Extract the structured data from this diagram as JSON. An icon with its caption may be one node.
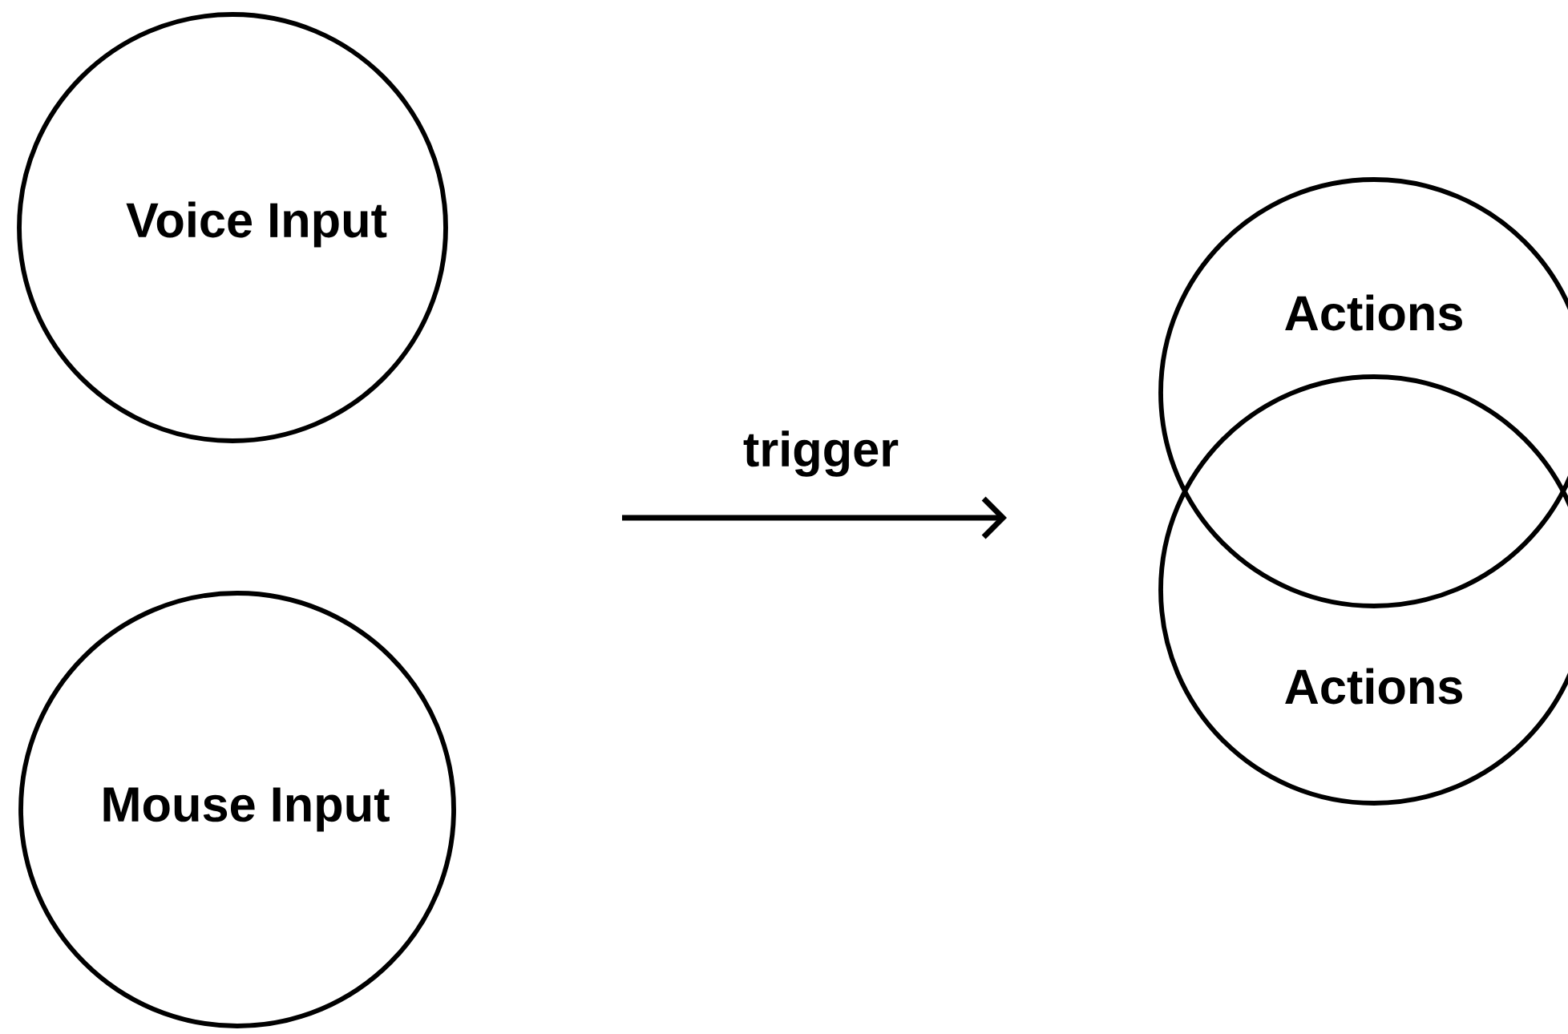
{
  "diagram": {
    "nodes": [
      {
        "text": [
          "Voice Input"
        ]
      },
      {
        "text": [
          "Mouse Input"
        ]
      },
      {
        "text": [
          "Actions"
        ]
      },
      {
        "text": [
          "Actions"
        ]
      }
    ],
    "labels": [
      "trigger"
    ]
  }
}
